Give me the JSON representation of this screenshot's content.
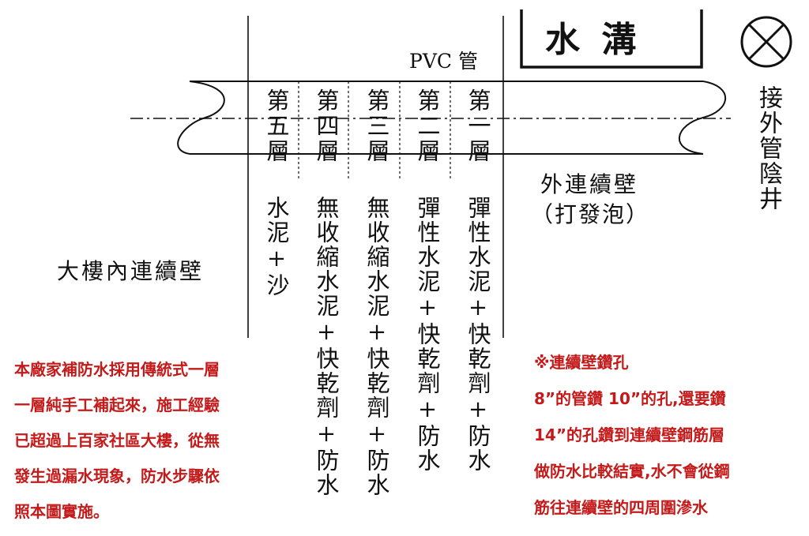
{
  "title": "水 溝",
  "pvc_label": "PVC 管",
  "manhole_label": "接外管陰井",
  "outer_wall_label": "外連續壁",
  "outer_wall_sub": "（打發泡）",
  "inner_wall_label": "大樓內連續壁",
  "layers": [
    {
      "title": "第五層",
      "material": "水泥+沙"
    },
    {
      "title": "第四層",
      "material": "無收縮水泥+快乾劑+防水"
    },
    {
      "title": "第三層",
      "material": "無收縮水泥+快乾劑+防水"
    },
    {
      "title": "第二層",
      "material": "彈性水泥+快乾劑+防水"
    },
    {
      "title": "第一層",
      "material": "彈性水泥+快乾劑+防水"
    }
  ],
  "left_note": [
    "本廠家補防水採用傳統式一層",
    "一層純手工補起來，施工經驗",
    "已超過上百家社區大樓，從無",
    "發生過漏水現象，防水步驟依",
    "照本圖實施。"
  ],
  "right_note": [
    "※連續壁鑽孔",
    "8”的管鑽 10”的孔,還要鑽",
    "14”的孔鑽到連續壁鋼筋層",
    "做防水比較結實,水不會從鋼",
    "筋往連續壁的四周圍滲水"
  ],
  "colors": {
    "note_red": "#c41a1a",
    "line": "#111111"
  }
}
